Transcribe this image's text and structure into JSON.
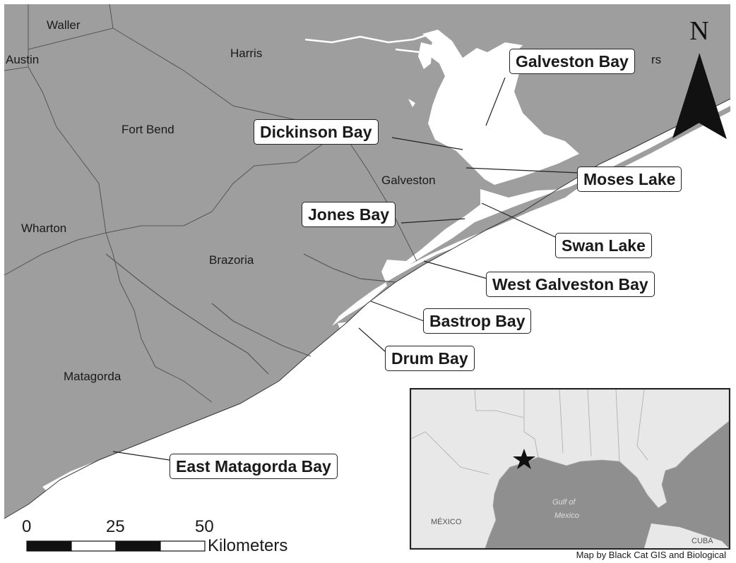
{
  "counties": {
    "waller": "Waller",
    "austin": "Austin",
    "harris": "Harris",
    "fort_bend": "Fort Bend",
    "galveston": "Galveston",
    "wharton": "Wharton",
    "brazoria": "Brazoria",
    "matagorda": "Matagorda",
    "chambers_fragment": "rs"
  },
  "bays": {
    "galveston_bay": "Galveston Bay",
    "dickinson_bay": "Dickinson Bay",
    "moses_lake": "Moses Lake",
    "jones_bay": "Jones Bay",
    "swan_lake": "Swan Lake",
    "west_galveston_bay": "West Galveston Bay",
    "bastrop_bay": "Bastrop Bay",
    "drum_bay": "Drum Bay",
    "east_matagorda_bay": "East Matagorda Bay"
  },
  "north_arrow": {
    "label": "N"
  },
  "scale_bar": {
    "ticks": [
      "0",
      "25",
      "50"
    ],
    "unit": "Kilometers"
  },
  "inset": {
    "labels": {
      "mexico": "MÉXICO",
      "gulf_line1": "Gulf of",
      "gulf_line2": "Mexico",
      "cuba": "CUBA"
    }
  },
  "credit": "Map by Black Cat GIS and Biological",
  "colors": {
    "land": "#9e9e9e",
    "water": "#ffffff",
    "border": "#555555",
    "inset_land": "#e8e8e8",
    "inset_water": "#8f8f8f"
  }
}
